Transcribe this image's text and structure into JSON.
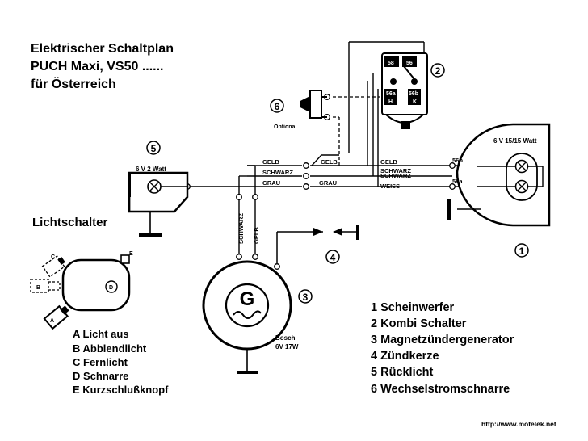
{
  "title": {
    "line1": "Elektrischer Schaltplan",
    "line2": "PUCH Maxi, VS50 ......",
    "line3": "für Österreich"
  },
  "labels": {
    "optional": "Optional",
    "rear_light_rating": "6 V  2 Watt",
    "headlight_rating": "6 V 15/15 Watt",
    "generator_letter": "G",
    "generator_maker": "Bosch",
    "generator_rating": "6V 17W",
    "lichtschalter": "Lichtschalter",
    "switch_c": "C",
    "switch_b": "B",
    "switch_a": "A",
    "switch_d": "D",
    "switch_e": "E",
    "url": "http://www.motelek.net"
  },
  "wires": {
    "gelb": "GELB",
    "schwarz": "SCHWARZ",
    "grau": "GRAU",
    "weiss": "WEISS"
  },
  "terminals": {
    "t58": "58",
    "t56": "56",
    "t56a": "56a",
    "t56b": "56b",
    "h": "H",
    "k": "K"
  },
  "markers": {
    "n1": "1",
    "n2": "2",
    "n3": "3",
    "n4": "4",
    "n5": "5",
    "n6": "6"
  },
  "switch_legend": [
    "A Licht aus",
    "B Abblendlicht",
    "C Fernlicht",
    "D Schnarre",
    "E Kurzschlußknopf"
  ],
  "component_legend": [
    "1 Scheinwerfer",
    "2 Kombi Schalter",
    "3 Magnetzündergenerator",
    "4 Zündkerze",
    "5 Rücklicht",
    "6 Wechselstromschnarre"
  ]
}
